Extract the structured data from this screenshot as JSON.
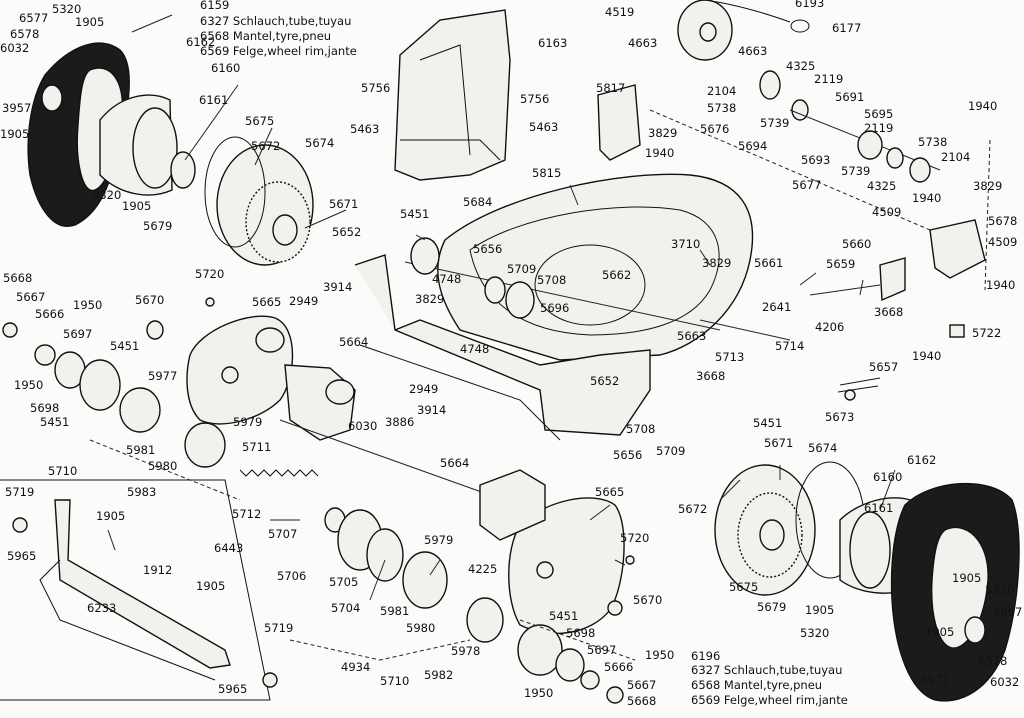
{
  "callouts": [
    {
      "text": "5320"
    },
    {
      "text": "1905"
    },
    {
      "text": "6577"
    },
    {
      "text": "6578"
    },
    {
      "text": "6032"
    },
    {
      "text": "3957"
    },
    {
      "text": "1905"
    },
    {
      "text": "6159"
    },
    {
      "text": "6327 Schlauch,tube,tuyau"
    },
    {
      "text": "6568 Mantel,tyre,pneu"
    },
    {
      "text": "6569 Felge,wheel rim,jante"
    },
    {
      "text": "6162"
    },
    {
      "text": "6160"
    },
    {
      "text": "6161"
    },
    {
      "text": "5320"
    },
    {
      "text": "1905"
    },
    {
      "text": "5679"
    },
    {
      "text": "5675"
    },
    {
      "text": "5672"
    },
    {
      "text": "5674"
    },
    {
      "text": "5671"
    },
    {
      "text": "5756"
    },
    {
      "text": "5756"
    },
    {
      "text": "5463"
    },
    {
      "text": "5463"
    },
    {
      "text": "6163"
    },
    {
      "text": "5684"
    },
    {
      "text": "4519"
    },
    {
      "text": "4663"
    },
    {
      "text": "6193"
    },
    {
      "text": "6177"
    },
    {
      "text": "4663"
    },
    {
      "text": "5817"
    },
    {
      "text": "3829"
    },
    {
      "text": "1940"
    },
    {
      "text": "2104"
    },
    {
      "text": "5738"
    },
    {
      "text": "5676"
    },
    {
      "text": "4325"
    },
    {
      "text": "2119"
    },
    {
      "text": "5739"
    },
    {
      "text": "5691"
    },
    {
      "text": "5695"
    },
    {
      "text": "5694"
    },
    {
      "text": "5693"
    },
    {
      "text": "5677"
    },
    {
      "text": "5739"
    },
    {
      "text": "2119"
    },
    {
      "text": "4325"
    },
    {
      "text": "5738"
    },
    {
      "text": "2104"
    },
    {
      "text": "1940"
    },
    {
      "text": "1940"
    },
    {
      "text": "3829"
    },
    {
      "text": "4509"
    },
    {
      "text": "5678"
    },
    {
      "text": "4509"
    },
    {
      "text": "1940"
    },
    {
      "text": "5722"
    },
    {
      "text": "5815"
    },
    {
      "text": "5451"
    },
    {
      "text": "5652"
    },
    {
      "text": "5656"
    },
    {
      "text": "5709"
    },
    {
      "text": "4748"
    },
    {
      "text": "3710"
    },
    {
      "text": "3829"
    },
    {
      "text": "5708"
    },
    {
      "text": "5662"
    },
    {
      "text": "5696"
    },
    {
      "text": "5661"
    },
    {
      "text": "5660"
    },
    {
      "text": "5659"
    },
    {
      "text": "2641"
    },
    {
      "text": "3668"
    },
    {
      "text": "4206"
    },
    {
      "text": "5714"
    },
    {
      "text": "5663"
    },
    {
      "text": "5713"
    },
    {
      "text": "3668"
    },
    {
      "text": "1940"
    },
    {
      "text": "5657"
    },
    {
      "text": "5673"
    },
    {
      "text": "5668"
    },
    {
      "text": "5667"
    },
    {
      "text": "5666"
    },
    {
      "text": "1950"
    },
    {
      "text": "5697"
    },
    {
      "text": "5670"
    },
    {
      "text": "5720"
    },
    {
      "text": "5665"
    },
    {
      "text": "2949"
    },
    {
      "text": "3914"
    },
    {
      "text": "3829"
    },
    {
      "text": "5664"
    },
    {
      "text": "4748"
    },
    {
      "text": "5451"
    },
    {
      "text": "1950"
    },
    {
      "text": "5698"
    },
    {
      "text": "5977"
    },
    {
      "text": "5451"
    },
    {
      "text": "2949"
    },
    {
      "text": "5652"
    },
    {
      "text": "5979"
    },
    {
      "text": "5981"
    },
    {
      "text": "5980"
    },
    {
      "text": "5711"
    },
    {
      "text": "3886"
    },
    {
      "text": "3914"
    },
    {
      "text": "6030"
    },
    {
      "text": "5664"
    },
    {
      "text": "5708"
    },
    {
      "text": "5656"
    },
    {
      "text": "5709"
    },
    {
      "text": "5451"
    },
    {
      "text": "5710"
    },
    {
      "text": "5983"
    },
    {
      "text": "5712"
    },
    {
      "text": "5707"
    },
    {
      "text": "5706"
    },
    {
      "text": "5705"
    },
    {
      "text": "5704"
    },
    {
      "text": "5719"
    },
    {
      "text": "5965"
    },
    {
      "text": "1905"
    },
    {
      "text": "1912"
    },
    {
      "text": "6443"
    },
    {
      "text": "6233"
    },
    {
      "text": "1905"
    },
    {
      "text": "5719"
    },
    {
      "text": "5965"
    },
    {
      "text": "5979"
    },
    {
      "text": "5981"
    },
    {
      "text": "5980"
    },
    {
      "text": "5978"
    },
    {
      "text": "4225"
    },
    {
      "text": "5982"
    },
    {
      "text": "4934"
    },
    {
      "text": "5710"
    },
    {
      "text": "5665"
    },
    {
      "text": "5720"
    },
    {
      "text": "5670"
    },
    {
      "text": "5451"
    },
    {
      "text": "5698"
    },
    {
      "text": "5697"
    },
    {
      "text": "1950"
    },
    {
      "text": "5666"
    },
    {
      "text": "1950"
    },
    {
      "text": "5667"
    },
    {
      "text": "5668"
    },
    {
      "text": "5671"
    },
    {
      "text": "5674"
    },
    {
      "text": "5672"
    },
    {
      "text": "6160"
    },
    {
      "text": "6162"
    },
    {
      "text": "6161"
    },
    {
      "text": "5675"
    },
    {
      "text": "5679"
    },
    {
      "text": "1905"
    },
    {
      "text": "5320"
    },
    {
      "text": "1905"
    },
    {
      "text": "5320"
    },
    {
      "text": "3957"
    },
    {
      "text": "6577"
    },
    {
      "text": "6578"
    },
    {
      "text": "6032"
    },
    {
      "text": "1905"
    },
    {
      "text": "6196"
    },
    {
      "text": "6327 Schlauch,tube,tuyau"
    },
    {
      "text": "6568 Mantel,tyre,pneu"
    },
    {
      "text": "6569 Felge,wheel rim,jante"
    }
  ]
}
